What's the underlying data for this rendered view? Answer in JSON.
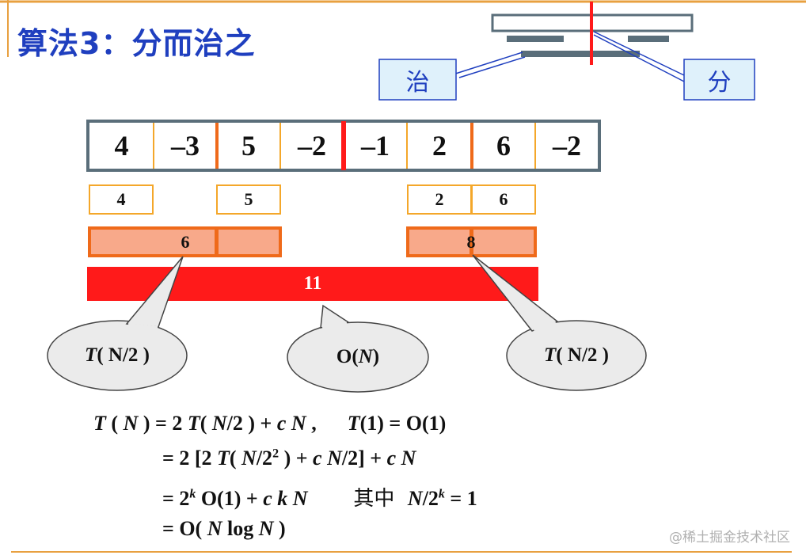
{
  "title": "算法3：分而治之",
  "callouts": {
    "conquer": "治",
    "divide": "分"
  },
  "array": [
    "4",
    "–3",
    "5",
    "–2",
    "–1",
    "2",
    "6",
    "–2"
  ],
  "level1": {
    "a": "4",
    "b": "5",
    "c": "2",
    "d": "6"
  },
  "level2": {
    "left": "6",
    "right": "8"
  },
  "level3": {
    "total": "11"
  },
  "bubbles": {
    "left": {
      "t": "T",
      "rest": " ( N/2 )"
    },
    "middle": {
      "t": "O( ",
      "n": "N",
      "rest": " )"
    },
    "right": {
      "t": "T",
      "rest": " ( N/2 )"
    }
  },
  "equations": {
    "l1": {
      "a": "T",
      "b": " ( ",
      "c": "N",
      "d": " ) = 2 ",
      "e": "T",
      "f": "( ",
      "g": "N",
      "h": "/2 ) + ",
      "i": "c N",
      "j": " ,      ",
      "k": "T",
      "l": "(1) = O(1)"
    },
    "l2": {
      "a": "= 2 [2 ",
      "b": "T",
      "c": "( ",
      "d": "N",
      "e": "/2",
      "sup": "2",
      "f": " ) + ",
      "g": "c N",
      "h": "/2] + ",
      "i": "c N"
    },
    "l3": {
      "a": "= 2",
      "sup": "k",
      "b": " O(1) + ",
      "c": "c k N",
      "d": "       其中  ",
      "e": "N",
      "f": "/2",
      "sup2": "k",
      "g": " = 1"
    },
    "l4": {
      "a": "= O( ",
      "b": "N",
      "c": " log ",
      "d": "N",
      "e": " )"
    }
  },
  "watermark": "@稀土掘金技术社区",
  "colors": {
    "blue": "#1f3fbf",
    "orange": "#f4a72a",
    "darkorange": "#ef6a1a",
    "red": "#ff1a1a",
    "slate": "#5a6e7a"
  }
}
